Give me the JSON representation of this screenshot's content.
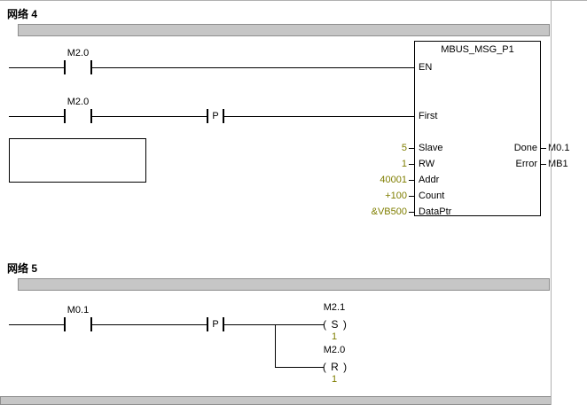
{
  "colors": {
    "operand": "#7f7e00",
    "line": "#000000",
    "bar": "#c6c6c6"
  },
  "network4": {
    "title": "网络 4",
    "rung1_contact": "M2.0",
    "rung2_contact": "M2.0",
    "edge": "P",
    "block": {
      "title": "MBUS_MSG_P1",
      "pin_en": "EN",
      "pin_first": "First",
      "inputs": [
        {
          "pin": "Slave",
          "value": "5"
        },
        {
          "pin": "RW",
          "value": "1"
        },
        {
          "pin": "Addr",
          "value": "40001"
        },
        {
          "pin": "Count",
          "value": "+100"
        },
        {
          "pin": "DataPtr",
          "value": "&VB500"
        }
      ],
      "outputs": [
        {
          "pin": "Done",
          "value": "M0.1"
        },
        {
          "pin": "Error",
          "value": "MB1"
        }
      ]
    }
  },
  "network5": {
    "title": "网络 5",
    "contact": "M0.1",
    "edge": "P",
    "coils": [
      {
        "label": "M2.1",
        "symbol": "( S )",
        "count": "1"
      },
      {
        "label": "M2.0",
        "symbol": "( R )",
        "count": "1"
      }
    ]
  }
}
